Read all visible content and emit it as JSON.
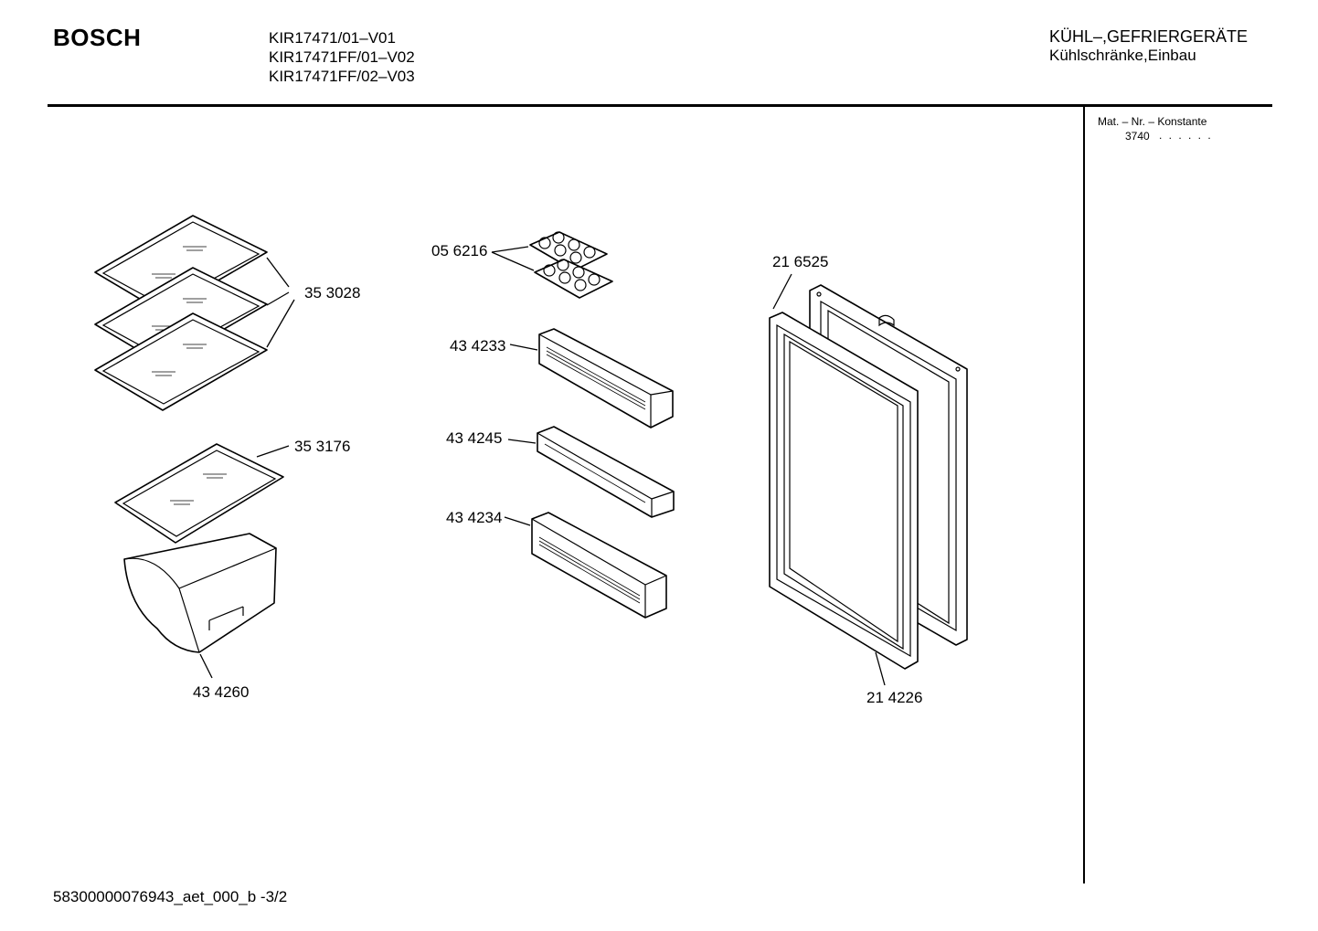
{
  "header": {
    "brand": "BOSCH",
    "models": [
      "KIR17471/01–V01",
      "KIR17471FF/01–V02",
      "KIR17471FF/02–V03"
    ],
    "category_line1": "KÜHL–,GEFRIERGERÄTE",
    "category_line2": "Kühlschränke,Einbau"
  },
  "sidebar": {
    "mat_label": "Mat. – Nr. – Konstante",
    "mat_value": "3740",
    "mat_dots": ". .   . . . ."
  },
  "parts": {
    "glass_shelves": "35 3028",
    "glass_shelf_single": "35 3176",
    "vegetable_drawer": "43 4260",
    "egg_tray": "05 6216",
    "door_shelf_large": "43 4233",
    "door_shelf_small": "43 4245",
    "door_shelf_bottle": "43 4234",
    "door_frame": "21 6525",
    "door_seal": "21 4226"
  },
  "footer": {
    "code": "58300000076943_aet_000_b -3/2"
  }
}
